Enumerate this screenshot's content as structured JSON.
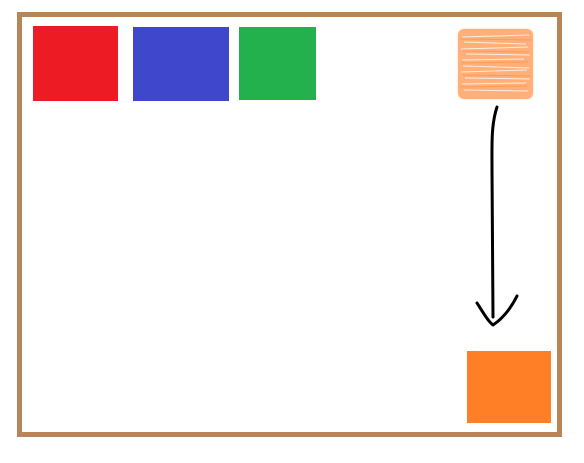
{
  "canvas": {
    "background": "#ffffff",
    "border_color": "#b98458"
  },
  "blocks": [
    {
      "id": "red",
      "color": "#ed1c24"
    },
    {
      "id": "blue",
      "color": "#3f48cc"
    },
    {
      "id": "green",
      "color": "#22b14c"
    }
  ],
  "moving_block": {
    "color": "#ff7f27",
    "source_state": "faded-sketch",
    "target_state": "solid"
  },
  "arrow": {
    "direction": "down",
    "color": "#000000"
  }
}
